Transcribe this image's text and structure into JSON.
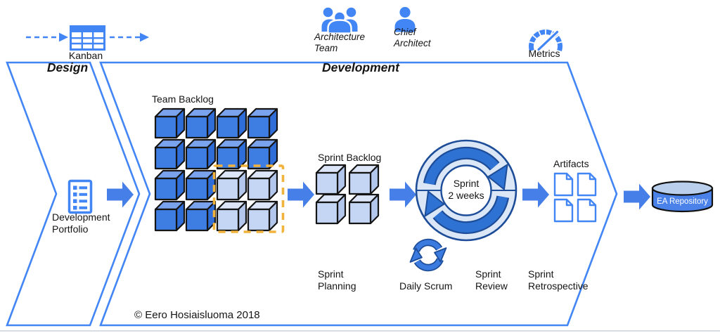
{
  "header": {
    "kanban_label": "Kanban",
    "design_label": "Design",
    "development_label": "Development",
    "architecture_team_label": "Architecture\nTeam",
    "chief_architect_label": "Chief\nArchitect",
    "metrics_label": "Metrics"
  },
  "design_stage": {
    "portfolio_label": "Development\nPortfolio"
  },
  "development_stage": {
    "team_backlog_label": "Team Backlog",
    "sprint_backlog_label": "Sprint Backlog",
    "sprint_cycle_label": "Sprint\n2 weeks",
    "artifacts_label": "Artifacts",
    "sprint_planning_label": "Sprint\nPlanning",
    "daily_scrum_label": "Daily Scrum",
    "sprint_review_label": "Sprint\nReview",
    "sprint_retrospective_label": "Sprint\nRetrospective",
    "copyright": "© Eero Hosiaisluoma 2018"
  },
  "repository": {
    "label": "EA Repository"
  },
  "icons": {
    "kanban": "kanban-board-icon",
    "architecture_team": "architecture-team-icon",
    "chief_architect": "chief-architect-icon",
    "metrics": "metrics-gauge-icon",
    "portfolio": "development-portfolio-icon",
    "backlog_item": "backlog-cube-icon",
    "sprint_cycle": "sprint-cycle-icon",
    "daily_scrum": "daily-scrum-icon",
    "artifact": "artifact-document-icon",
    "repository": "ea-repository-database-icon"
  },
  "colors": {
    "primary_blue": "#4285f4",
    "cube_blue_front": "#3e7de2",
    "cube_blue_top": "#7aa3ee",
    "cube_light_front": "#c5d6f4",
    "selection_orange": "#f2b33d",
    "cycle_ring_fill": "#dbe7f6",
    "cycle_dark_outline": "#1d4d99",
    "cycle_arrow_blue": "#2e72d4",
    "repository_body_blue": "#4b82ea",
    "repository_top_blue": "#b9cfec"
  }
}
